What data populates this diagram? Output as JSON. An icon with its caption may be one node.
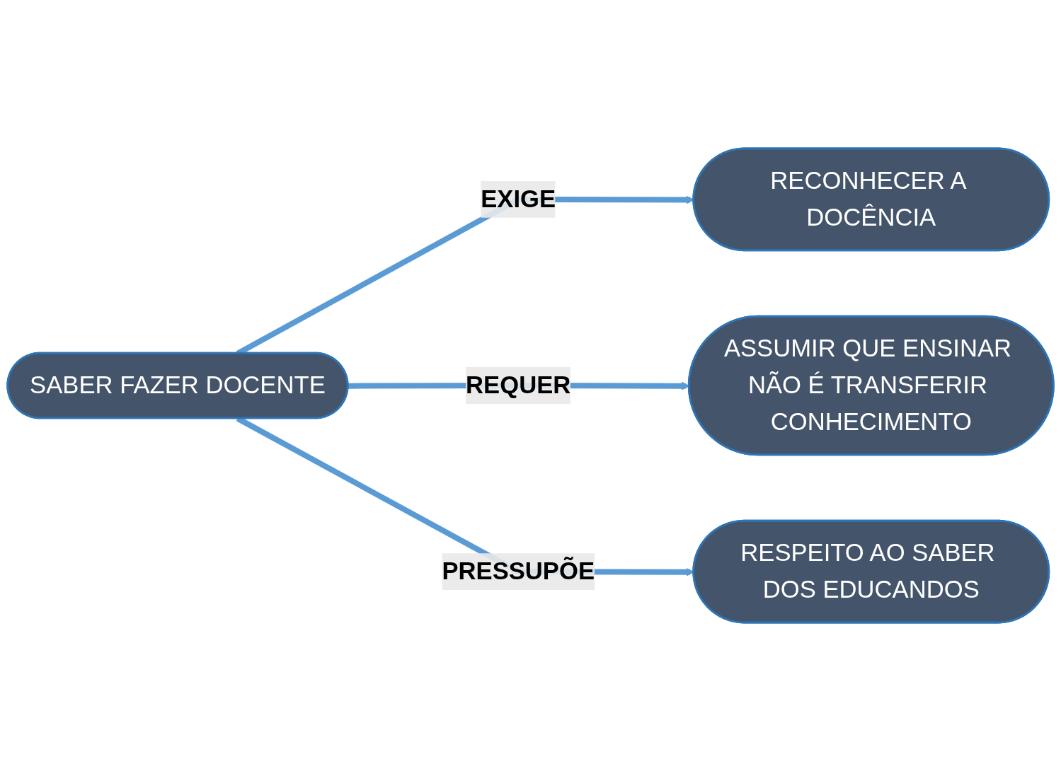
{
  "diagram": {
    "nodes": [
      {
        "text": [
          "SABER FAZER DOCENTE"
        ]
      },
      {
        "text": [
          "RECONHECER A DOCÊNCIA"
        ]
      },
      {
        "text": [
          "ASSUMIR QUE ENSINAR NÃO É TRANSFERIR CONHECIMENTO"
        ]
      },
      {
        "text": [
          "RESPEITO AO SABER DOS EDUCANDOS"
        ]
      }
    ],
    "edges": [
      {
        "from": 0,
        "to": 1,
        "label": "EXIGE",
        "arrow": "to"
      },
      {
        "from": 0,
        "to": 2,
        "label": "REQUER",
        "arrow": "to"
      },
      {
        "from": 0,
        "to": 3,
        "label": "PRESSUPÕE",
        "arrow": "to"
      }
    ]
  }
}
